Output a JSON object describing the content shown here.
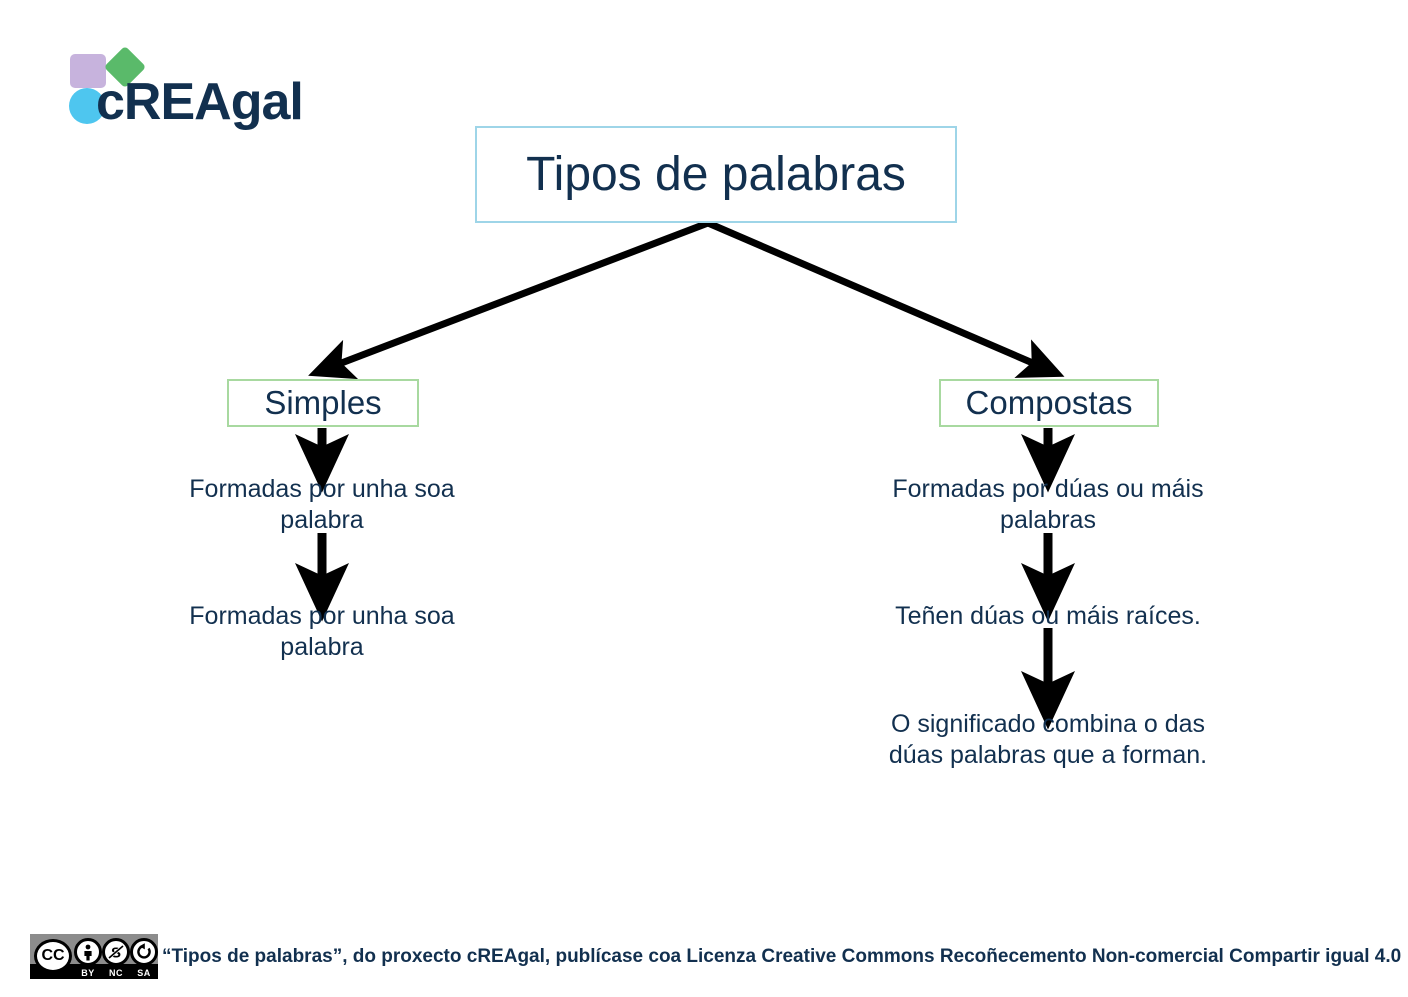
{
  "logo": {
    "text": "cREAgal",
    "square_color": "#c7b3dd",
    "diamond_color": "#5aba6a",
    "circle_color": "#4ec6ef"
  },
  "diagram": {
    "title": "Tipos de palabras",
    "title_border_color": "#9ed5e8",
    "branch_border_color": "#a8d9a0",
    "text_color": "#12304f",
    "arrow_color": "#000000",
    "branches": [
      {
        "label": "Simples",
        "items": [
          "Formadas por unha soa palabra",
          "Formadas por unha soa palabra"
        ]
      },
      {
        "label": "Compostas",
        "items": [
          "Formadas por dúas ou máis palabras",
          "Teñen dúas ou máis raíces.",
          "O significado combina o das dúas palabras que a forman."
        ]
      }
    ]
  },
  "footer": {
    "license_badge": {
      "cc": "CC",
      "by": "BY",
      "nc": "NC",
      "sa": "SA"
    },
    "text": "“Tipos de palabras”, do proxecto cREAgal, publícase coa Licenza Creative Commons Recoñecemento Non-comercial Compartir igual 4.0"
  }
}
